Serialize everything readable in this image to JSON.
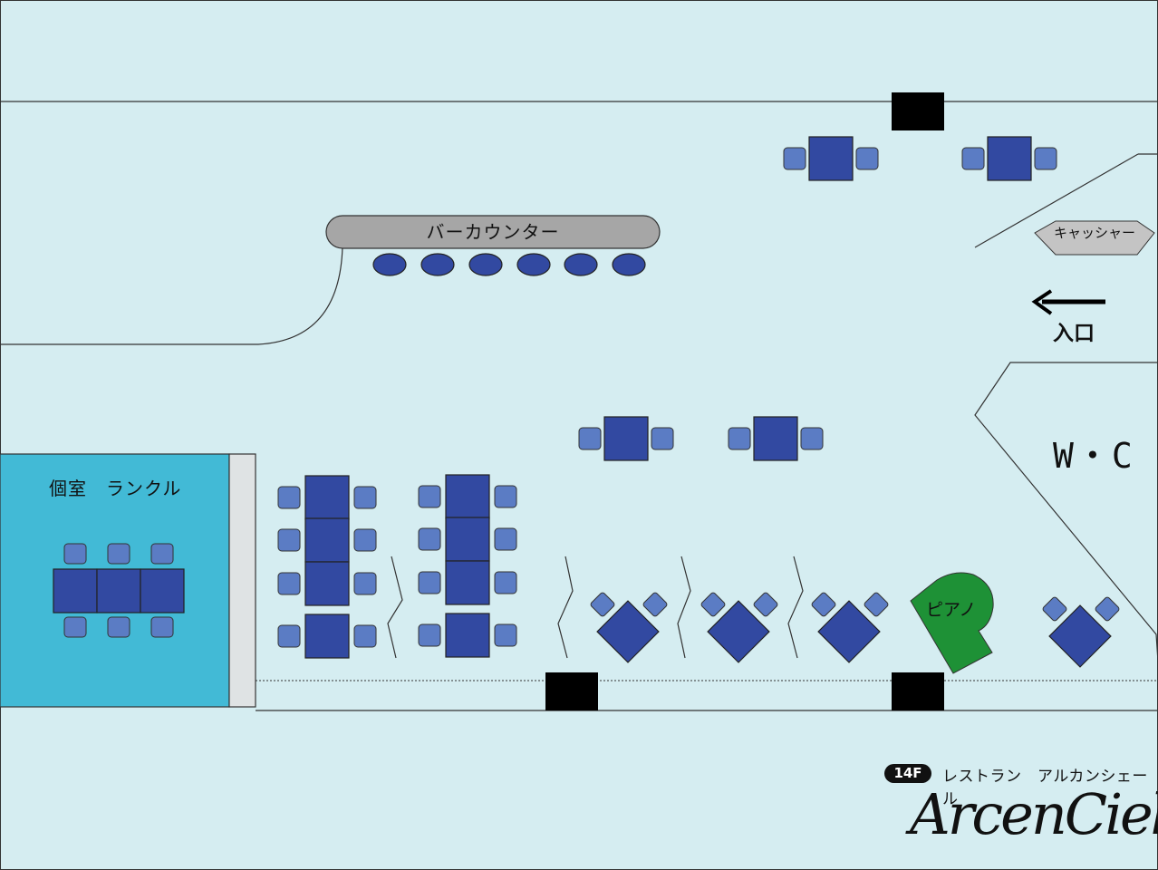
{
  "labels": {
    "bar_counter": "バーカウンター",
    "cashier": "キャッシャー",
    "entrance": "入口",
    "wc": "W・C",
    "private_room": "個室　ランクル",
    "piano": "ピアノ",
    "floor": "14F",
    "restaurant_name": "レストラン　アルカンシェール",
    "logo": "ArcenCiel"
  },
  "colors": {
    "floor": "#d5edf1",
    "table": "#3249a1",
    "chair": "#5b7cc4",
    "private_room": "#42bad6",
    "bar_counter": "#a6a6a6",
    "piano": "#1e9136",
    "pillar": "#000000"
  }
}
